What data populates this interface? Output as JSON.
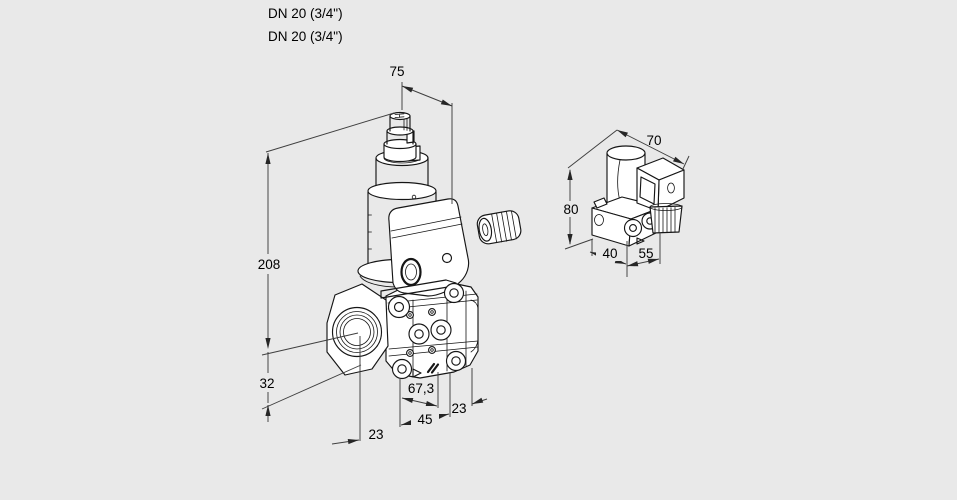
{
  "port_labels": {
    "line1": "DN 20 (3/4\")",
    "line2": "DN 20 (3/4\")"
  },
  "main_view": {
    "dims": {
      "width_top": "75",
      "height_total": "208",
      "height_axis": "32",
      "offset_left": "23",
      "length_mid": "45",
      "body_width": "67,3",
      "offset_right": "23"
    }
  },
  "side_view": {
    "dims": {
      "width_top": "70",
      "height": "80",
      "depth_front": "40",
      "depth_side": "55"
    }
  },
  "colors": {
    "background": "#e9e9e9",
    "drawing_line": "#161616",
    "dimension_line": "#3f3f3f",
    "text": "#000000"
  }
}
